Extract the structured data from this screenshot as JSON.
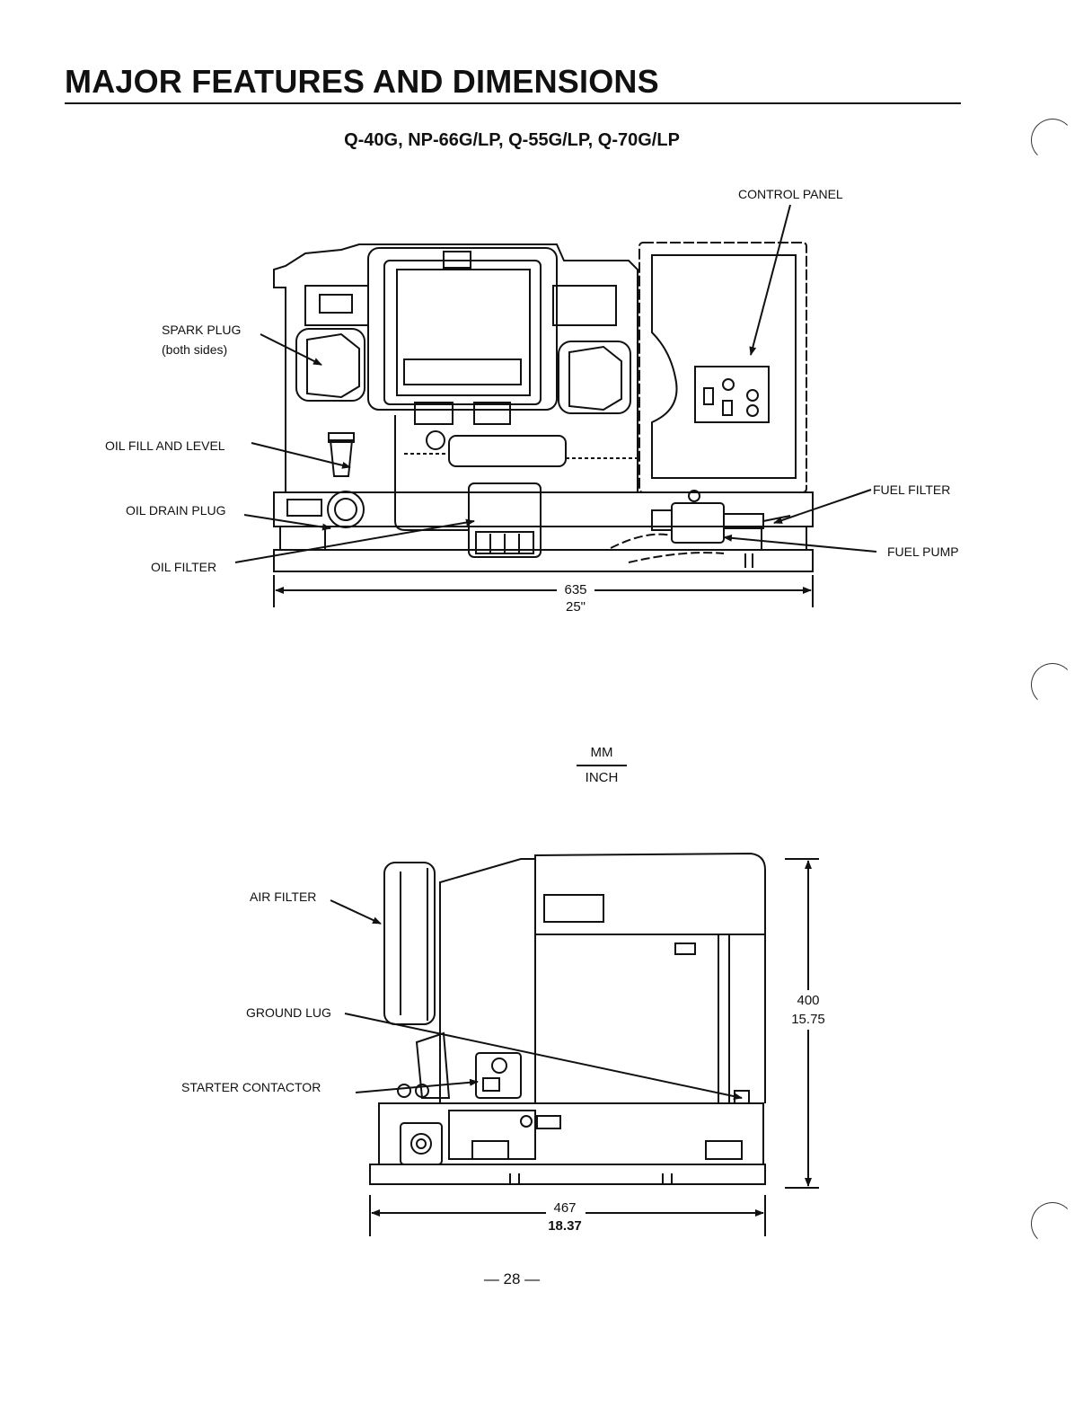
{
  "page": {
    "title": "MAJOR FEATURES AND DIMENSIONS",
    "subtitle": "Q-40G, NP-66G/LP, Q-55G/LP, Q-70G/LP",
    "page_number": "— 28 —"
  },
  "front_view": {
    "callouts": {
      "control_panel": "CONTROL PANEL",
      "spark_plug": "SPARK PLUG",
      "spark_plug_note": "(both sides)",
      "oil_fill": "OIL FILL AND LEVEL",
      "oil_drain": "OIL DRAIN PLUG",
      "oil_filter": "OIL FILTER",
      "fuel_filter": "FUEL FILTER",
      "fuel_pump": "FUEL PUMP"
    },
    "width_mm": "635",
    "width_in": "25\""
  },
  "units": {
    "top": "MM",
    "bottom": "INCH"
  },
  "side_view": {
    "callouts": {
      "air_filter": "AIR FILTER",
      "ground_lug": "GROUND LUG",
      "starter_contactor": "STARTER CONTACTOR"
    },
    "height_mm": "400",
    "height_in": "15.75",
    "width_mm": "467",
    "width_in": "18.37"
  }
}
